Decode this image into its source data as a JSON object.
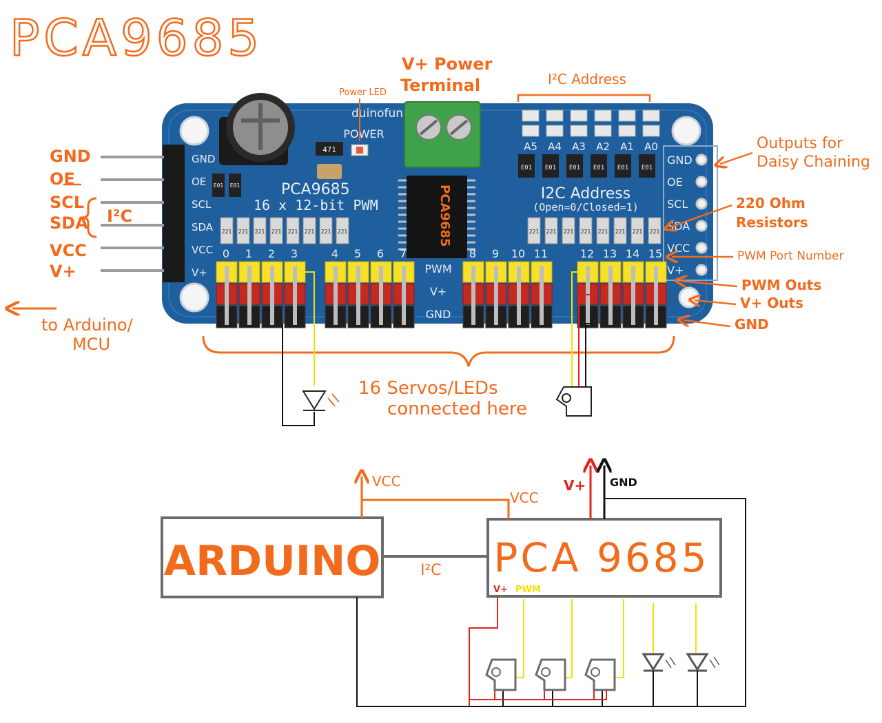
{
  "title": "PCA9685",
  "board": {
    "brand": "duinofun",
    "power_label": "POWER",
    "chip_name": "PCA9685",
    "chip_marking": "PCA9685",
    "subtitle": "16 x 12-bit PWM",
    "i2c_addr_label": "I2C Address",
    "i2c_addr_note": "(Open=0/Closed=1)",
    "addr_pins": [
      "A5",
      "A4",
      "A3",
      "A2",
      "A1",
      "A0"
    ],
    "left_pins": [
      "GND",
      "OE",
      "SCL",
      "SDA",
      "VCC",
      "V+"
    ],
    "right_pins": [
      "GND",
      "OE",
      "SCL",
      "SDA",
      "VCC",
      "V+"
    ],
    "row_labels": [
      "PWM",
      "V+",
      "GND"
    ],
    "channels": [
      "0",
      "1",
      "2",
      "3",
      "4",
      "5",
      "6",
      "7",
      "8",
      "9",
      "10",
      "11",
      "12",
      "13",
      "14",
      "15"
    ],
    "resistor_code": "221",
    "cap_code": "E01",
    "small_code": "471"
  },
  "annotations": {
    "left_pins": [
      "GND",
      "OE",
      "SCL",
      "SDA",
      "VCC",
      "V+"
    ],
    "i2c_brace": "I²C",
    "to_arduino": "to Arduino/",
    "to_mcu": "MCU",
    "power_led": "Power LED",
    "vplus_power_1": "V+ Power",
    "vplus_power_2": "Terminal",
    "i2c_address": "I²C Address",
    "outputs_1": "Outputs for",
    "outputs_2": "Daisy Chaining",
    "resistors_1": "220 Ohm",
    "resistors_2": "Resistors",
    "pwm_port": "PWM Port Number",
    "pwm_outs": "PWM Outs",
    "vplus_outs": "V+ Outs",
    "gnd": "GND",
    "servos_1": "16 Servos/LEDs",
    "servos_2": "connected here"
  },
  "schematic": {
    "arduino": "ARDUINO",
    "pca": "PCA 9685",
    "i2c": "I²C",
    "vcc_top": "VCC",
    "vcc_pca": "VCC",
    "vplus": "V+",
    "gnd": "GND",
    "pca_vplus": "V+",
    "pca_pwm": "PWM"
  },
  "colors": {
    "annotation": "#f26b1d",
    "board": "#1f5f9e",
    "pwm_wire": "#f2e200",
    "vplus_wire": "#e0241b",
    "gnd_wire": "#111111",
    "box": "#6b6b6b"
  }
}
